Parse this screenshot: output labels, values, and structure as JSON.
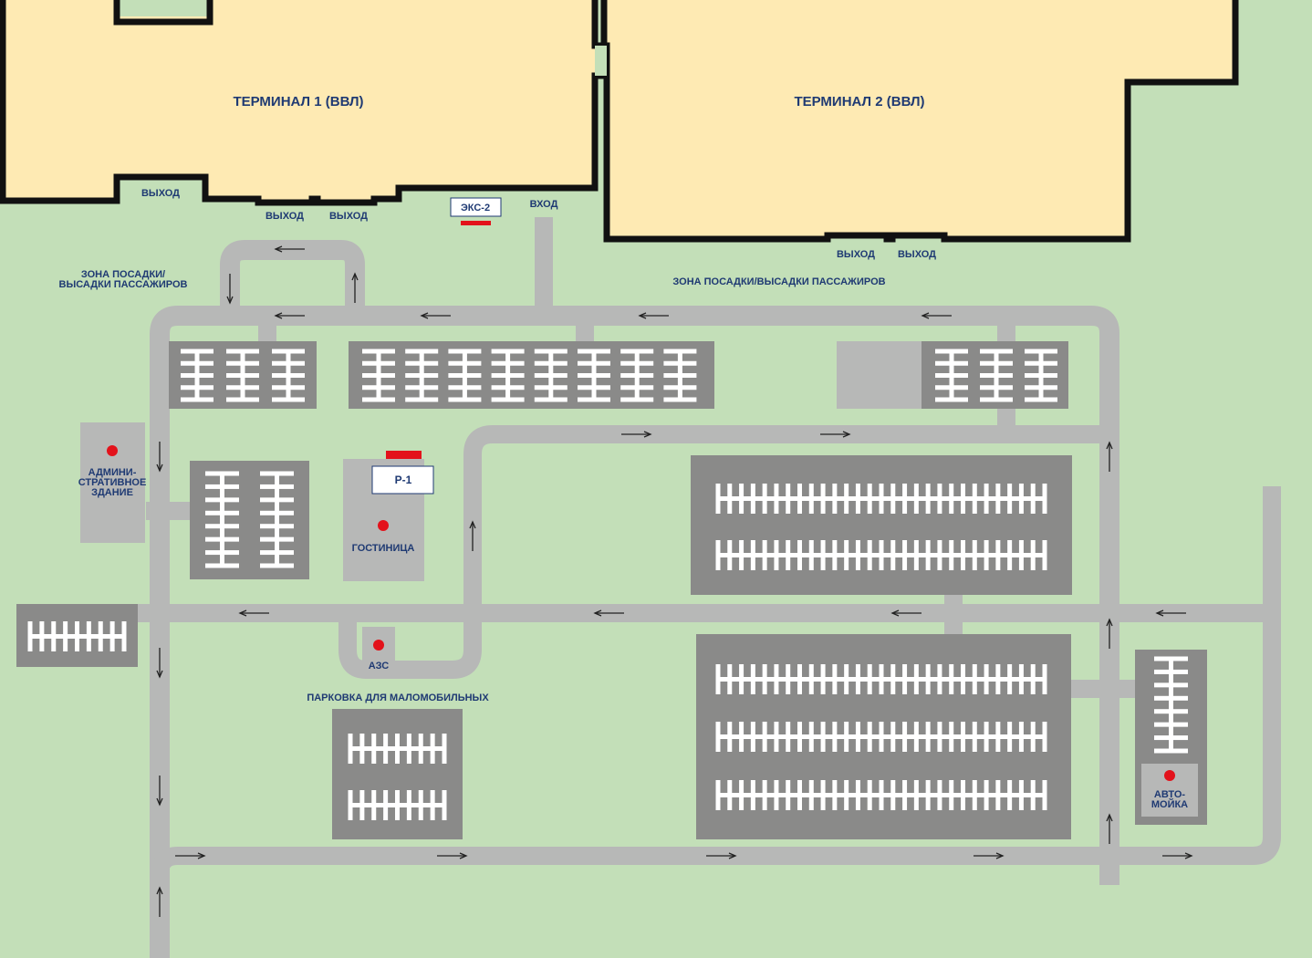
{
  "map": {
    "colors": {
      "grass": "#c3dfb8",
      "terminal": "#feeab3",
      "terminal_outline": "#111111",
      "road": "#b7b8b7",
      "parking_lot": "#8a8a89",
      "parking_stall": "#ffffff",
      "poi_dot": "#e3121b",
      "label_text": "#1f3a73",
      "bus_stop_bar": "#e3121b"
    },
    "terminals": {
      "t1": "ТЕРМИНАЛ 1 (ВВЛ)",
      "t2": "ТЕРМИНАЛ 2 (ВВЛ)"
    },
    "doors": {
      "exit": "ВЫХОД",
      "entrance": "ВХОД"
    },
    "zones": {
      "dropoff_left_line1": "ЗОНА ПОСАДКИ/",
      "dropoff_left_line2": "ВЫСАДКИ ПАССАЖИРОВ",
      "dropoff_main": "ЗОНА ПОСАДКИ/ВЫСАДКИ ПАССАЖИРОВ",
      "disabled_parking": "ПАРКОВКА ДЛЯ МАЛОМОБИЛЬНЫХ"
    },
    "pois": {
      "admin_line1": "АДМИНИ-",
      "admin_line2": "СТРАТИВНОЕ",
      "admin_line3": "ЗДАНИЕ",
      "hotel": "ГОСТИНИЦА",
      "gas_station": "АЗС",
      "carwash_line1": "АВТО-",
      "carwash_line2": "МОЙКА"
    },
    "stops": {
      "bus_express": "ЭКС-2",
      "parking_p1": "Р-1"
    },
    "icons": [
      "one-way-arrow-icon",
      "poi-marker-icon",
      "bus-stop-bar-icon"
    ]
  }
}
